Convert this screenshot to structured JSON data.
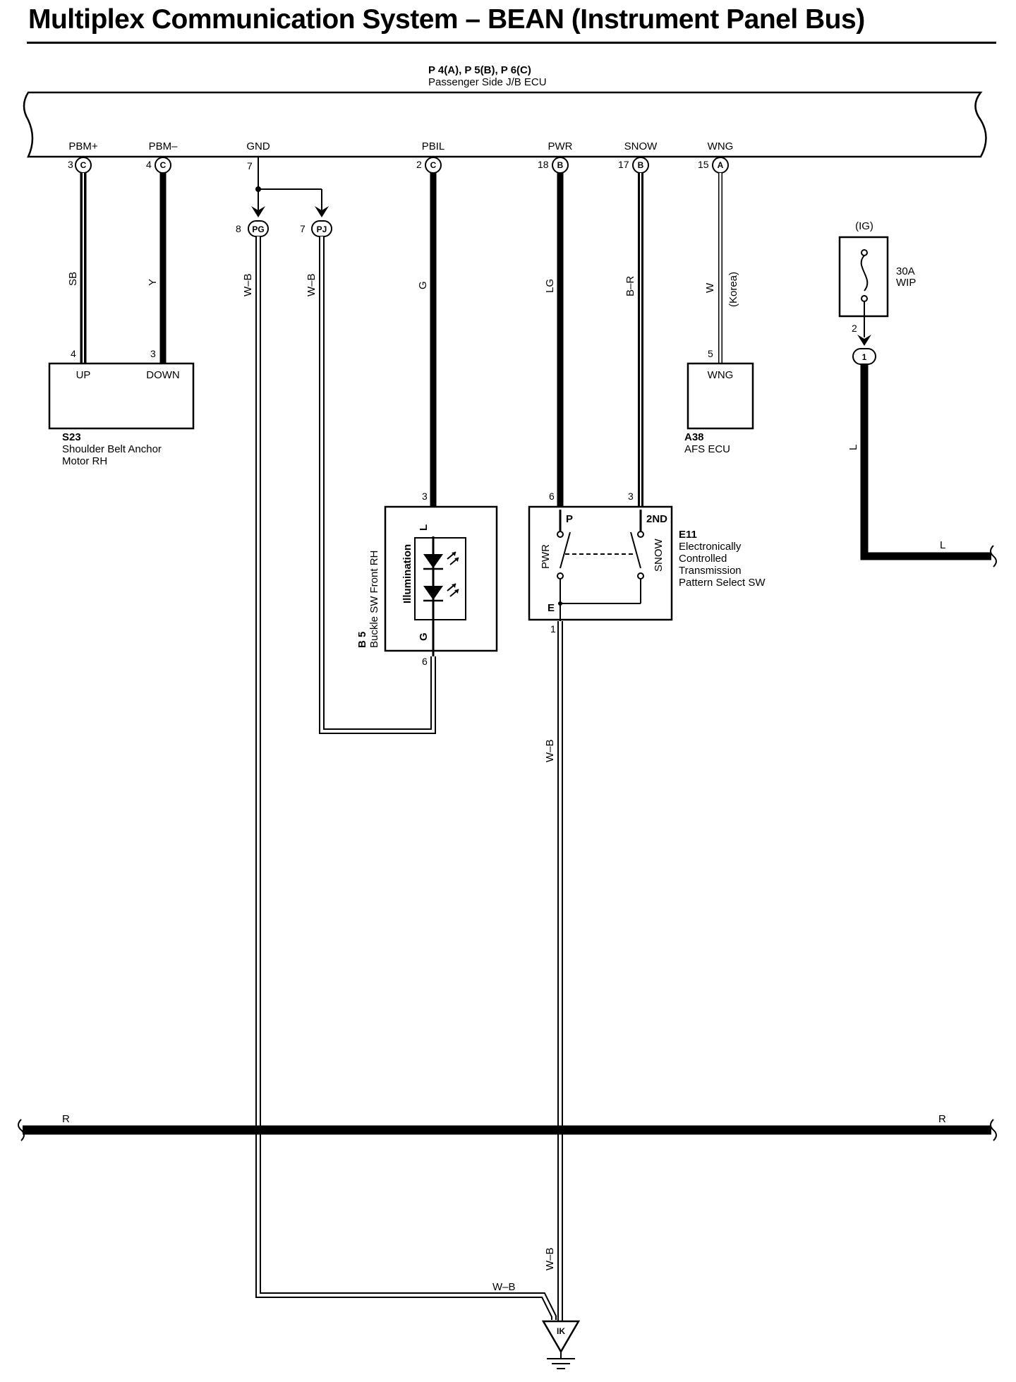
{
  "title": "Multiplex Communication System – BEAN (Instrument Panel Bus)",
  "ecu": {
    "connectors": "P 4(A), P 5(B), P 6(C)",
    "name": "Passenger Side J/B ECU",
    "terminals": [
      {
        "label": "PBM+",
        "pin": "3",
        "conn": "C"
      },
      {
        "label": "PBM–",
        "pin": "4",
        "conn": "C"
      },
      {
        "label": "GND",
        "pin": "7",
        "conn": ""
      },
      {
        "label": "PBIL",
        "pin": "2",
        "conn": "C"
      },
      {
        "label": "PWR",
        "pin": "18",
        "conn": "B"
      },
      {
        "label": "SNOW",
        "pin": "17",
        "conn": "B"
      },
      {
        "label": "WNG",
        "pin": "15",
        "conn": "A"
      }
    ]
  },
  "junctions": [
    {
      "id": "PG",
      "pin": "8"
    },
    {
      "id": "PJ",
      "pin": "7"
    },
    {
      "id": "1",
      "pin": "2"
    }
  ],
  "wires": {
    "pbm_plus": "SB",
    "pbm_minus": "Y",
    "gnd_pg": "W–B",
    "gnd_pj": "W–B",
    "pbil": "G",
    "pwr": "LG",
    "snow": "B–R",
    "wng": "W",
    "wng_note": "(Korea)",
    "ig": "L",
    "ig_h": "L",
    "e11_ground": "W–B",
    "ground_v": "W–B",
    "ground_h": "W–B",
    "bus_left": "R",
    "bus_right": "R"
  },
  "components": {
    "s23": {
      "code": "S23",
      "name1": "Shoulder Belt Anchor",
      "name2": "Motor RH",
      "up_pin": "4",
      "up": "UP",
      "down_pin": "3",
      "down": "DOWN"
    },
    "a38": {
      "code": "A38",
      "name": "AFS ECU",
      "pin": "5",
      "term": "WNG"
    },
    "b5": {
      "code": "B 5",
      "name": "Buckle SW Front RH",
      "inner": "Illumination",
      "top_pin": "3",
      "top_term": "L",
      "bottom_pin": "6",
      "bottom_term": "G"
    },
    "e11": {
      "code": "E11",
      "name1": "Electronically",
      "name2": "Controlled",
      "name3": "Transmission",
      "name4": "Pattern Select SW",
      "pwr_pin": "6",
      "p": "P",
      "snow_pin": "3",
      "second": "2ND",
      "pwr": "PWR",
      "snow": "SNOW",
      "e": "E",
      "e_pin": "1"
    },
    "fuse": {
      "source": "(IG)",
      "rating": "30A",
      "name": "WIP",
      "pin": "2"
    },
    "ground": {
      "id": "IK"
    }
  }
}
